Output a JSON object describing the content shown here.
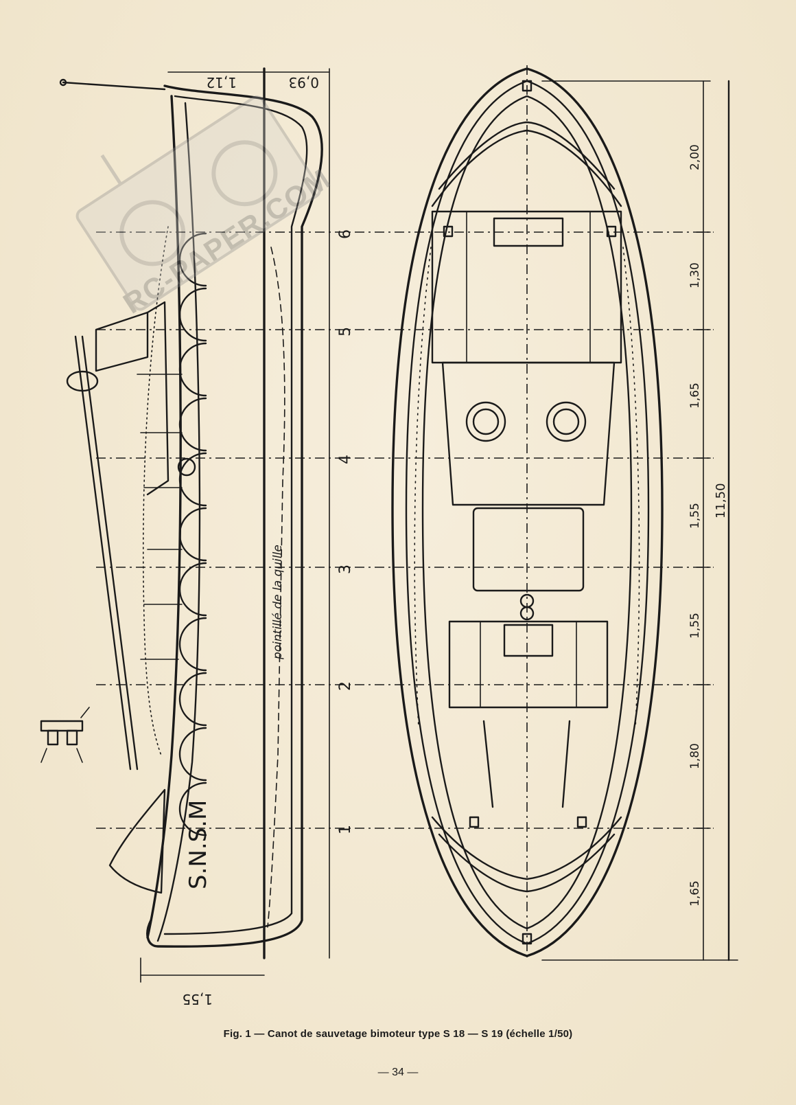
{
  "figure": {
    "caption": "Fig. 1 — Canot de sauvetage bimoteur type S 18 — S 19 (échelle 1/50)",
    "page_number": "— 34 —"
  },
  "side_view": {
    "hull_lettering": "S.N.S.M",
    "dotted_note": "pointillé de la quille",
    "dim_top": "1,12",
    "dim_top_right": "0,93",
    "dim_bottom": "1,55",
    "station_numbers": [
      "1",
      "2",
      "3",
      "4",
      "5",
      "6"
    ]
  },
  "plan_view": {
    "section_dims": [
      "2,00",
      "1,30",
      "1,65",
      "1,55",
      "1,55",
      "1,80",
      "1,65"
    ],
    "overall_length": "11,50"
  },
  "watermark": {
    "text": "RC-PAPER.COM"
  }
}
